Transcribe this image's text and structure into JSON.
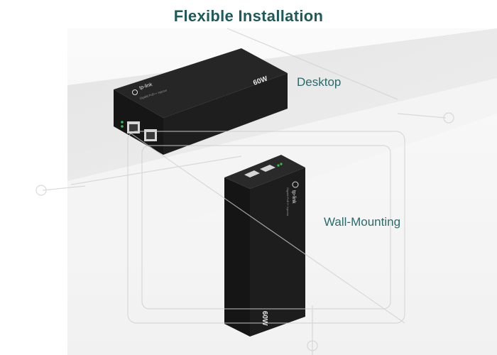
{
  "header": {
    "title": "Flexible Installation"
  },
  "labels": {
    "desktop": "Desktop",
    "wall": "Wall-Mounting"
  },
  "device": {
    "brand": "tp-link",
    "power_label": "60W",
    "model_text": "Gigabit PoE++ Injector"
  },
  "colors": {
    "title": "#1f5a5a",
    "label": "#2c6a6a",
    "device_body": "#1c1c1c",
    "led": "#36c24a"
  },
  "icons": {
    "brand_logo": "tp-link-logo-icon"
  }
}
